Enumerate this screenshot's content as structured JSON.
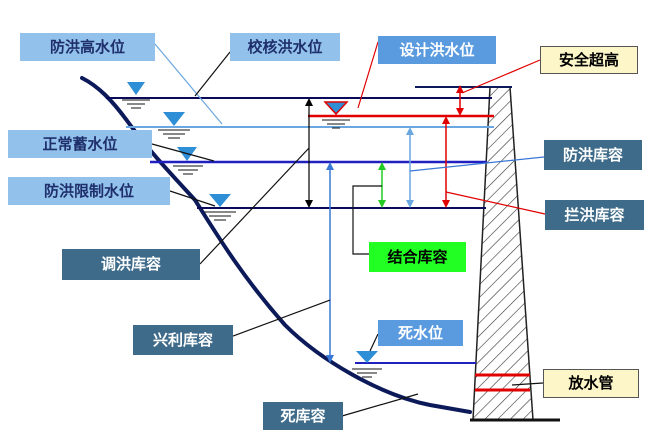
{
  "labels": {
    "flood_high_level": "防洪高水位",
    "check_flood_level": "校核洪水位",
    "design_flood_level": "设计洪水位",
    "safety_freeboard": "安全超高",
    "normal_pool_level": "正常蓄水位",
    "flood_control_storage": "防洪库容",
    "flood_limit_level": "防洪限制水位",
    "flood_retention_storage": "拦洪库容",
    "flood_regulation_storage": "调洪库容",
    "combined_storage": "结合库容",
    "beneficial_storage": "兴利库容",
    "dead_water_level": "死水位",
    "outlet_pipe": "放水管",
    "dead_storage": "死库容"
  },
  "colors": {
    "level_dark": "#0a0a5a",
    "level_red": "#e00000",
    "level_blue": "#2020c0",
    "level_light": "#6aa7e0",
    "arrow_green": "#22cc22",
    "arrow_blue": "#3a78d6",
    "triangle_blue": "#2f8fd6"
  }
}
